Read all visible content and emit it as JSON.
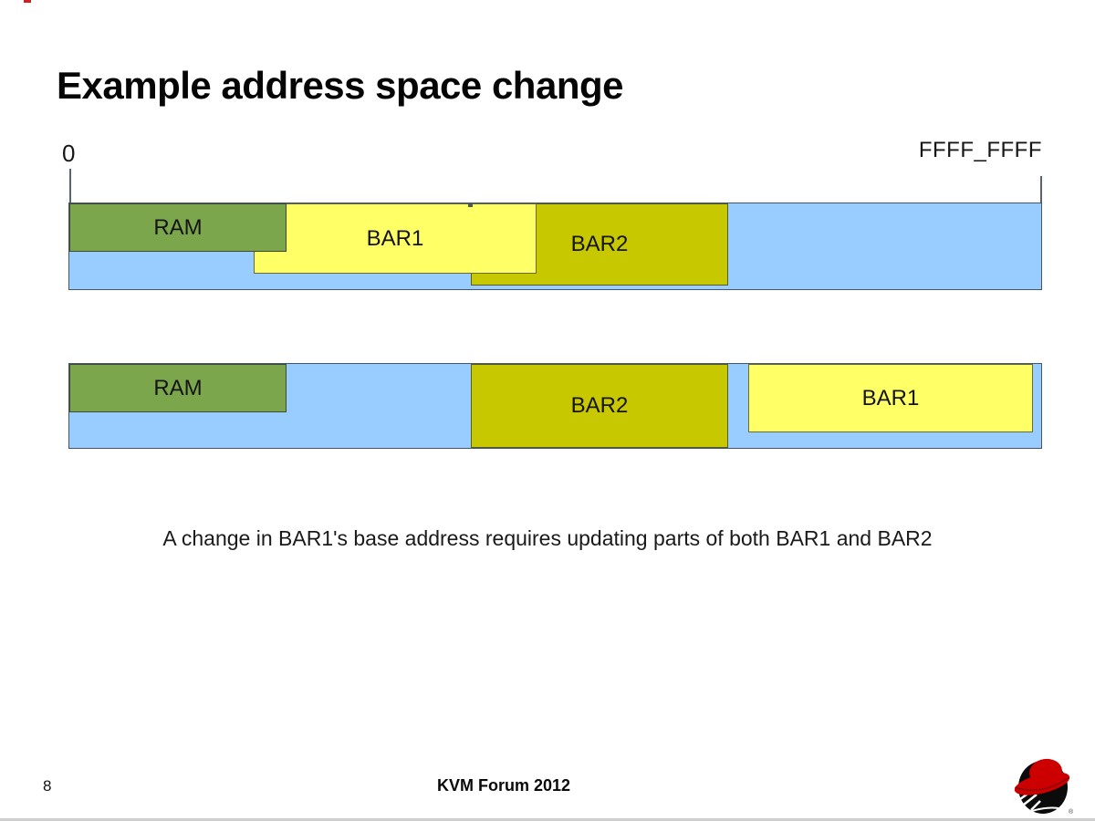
{
  "slide": {
    "title": "Example address space change",
    "caption": "A change in BAR1's base address requires updating parts of both BAR1 and BAR2",
    "page_number": "8",
    "footer_text": "KVM Forum 2012"
  },
  "address_axis": {
    "start_label": "0",
    "end_label": "FFFF_FFFF"
  },
  "diagrams": {
    "before": {
      "description": "address space before BAR1 base change",
      "ram_label": "RAM",
      "bar1_label": "BAR1",
      "bar2_label": "BAR2"
    },
    "after": {
      "description": "address space after BAR1 base change",
      "ram_label": "RAM",
      "bar2_label": "BAR2",
      "bar1_label": "BAR1"
    }
  },
  "colors": {
    "ram_green": "#7BA64C",
    "bar1_yellow": "#FFFF66",
    "bar2_olive": "#C8C800",
    "free_space_blue": "#99CCFF",
    "border_dark": "#44546A",
    "logo_red": "#CC0000",
    "logo_black": "#0B0B0B"
  },
  "logo": {
    "name": "redhat-shadowman",
    "registered_mark": "®"
  }
}
